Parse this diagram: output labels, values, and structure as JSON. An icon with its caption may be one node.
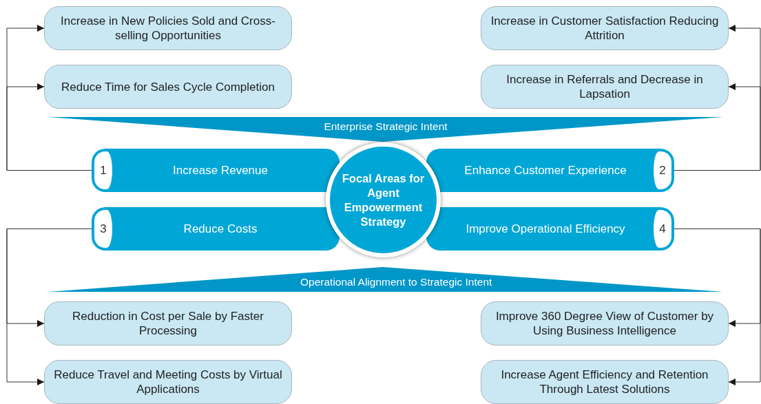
{
  "diagram": {
    "nodes": [
      {
        "text": [
          "Focal Areas for Agent Empowerment Strategy"
        ]
      },
      {
        "text": [
          "1",
          "Increase Revenue"
        ]
      },
      {
        "text": [
          "Enhance Customer Experience",
          "2"
        ]
      },
      {
        "text": [
          "3",
          "Reduce Costs"
        ]
      },
      {
        "text": [
          "Improve Operational Efficiency",
          "4"
        ]
      },
      {
        "text": [
          "Enterprise Strategic Intent"
        ]
      },
      {
        "text": [
          "Operational Alignment to Strategic Intent"
        ]
      },
      {
        "text": [
          "Increase in New Policies Sold and Cross-selling Opportunities"
        ]
      },
      {
        "text": [
          "Increase in Customer Satisfaction Reducing Attrition"
        ]
      },
      {
        "text": [
          "Reduce Time for Sales Cycle Completion"
        ]
      },
      {
        "text": [
          "Increase in Referrals and Decrease in Lapsation"
        ]
      },
      {
        "text": [
          "Reduction in Cost per Sale by Faster Processing"
        ]
      },
      {
        "text": [
          "Improve 360 Degree View of Customer by Using Business Intelligence"
        ]
      },
      {
        "text": [
          "Reduce Travel and Meeting Costs by Virtual Applications"
        ]
      },
      {
        "text": [
          "Increase Agent Efficiency and Retention Through Latest Solutions"
        ]
      }
    ],
    "edges": [
      {
        "from": 1,
        "to": 7,
        "arrow": "to"
      },
      {
        "from": 1,
        "to": 9,
        "arrow": "to"
      },
      {
        "from": 2,
        "to": 8,
        "arrow": "to"
      },
      {
        "from": 2,
        "to": 10,
        "arrow": "to"
      },
      {
        "from": 3,
        "to": 11,
        "arrow": "to"
      },
      {
        "from": 3,
        "to": 13,
        "arrow": "to"
      },
      {
        "from": 4,
        "to": 12,
        "arrow": "to"
      },
      {
        "from": 4,
        "to": 14,
        "arrow": "to"
      }
    ]
  }
}
